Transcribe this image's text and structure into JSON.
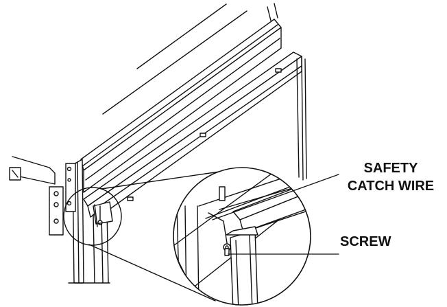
{
  "callouts": {
    "safety_catch_wire": {
      "line1": "SAFETY",
      "line2": "CATCH WIRE"
    },
    "screw": {
      "text": "SCREW"
    }
  },
  "colors": {
    "stroke": "#111111",
    "background": "#ffffff"
  }
}
